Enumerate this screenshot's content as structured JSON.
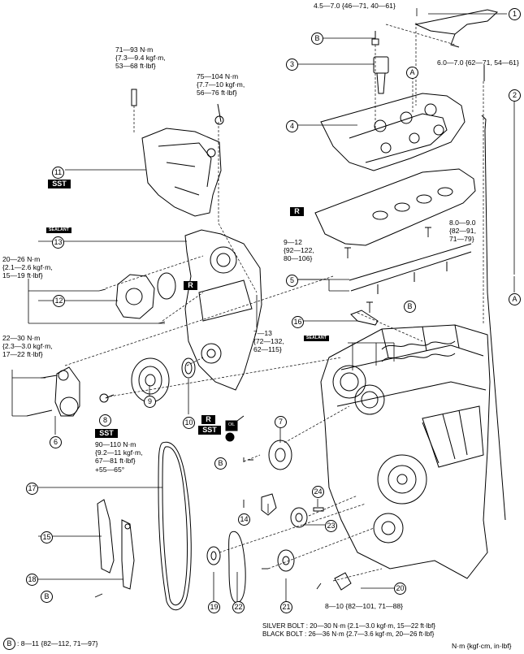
{
  "callouts": [
    "1",
    "2",
    "3",
    "4",
    "5",
    "6",
    "7",
    "8",
    "9",
    "10",
    "11",
    "12",
    "13",
    "14",
    "15",
    "16",
    "17",
    "18",
    "19",
    "20",
    "21",
    "22",
    "23",
    "24",
    "A",
    "A",
    "B",
    "B",
    "B",
    "B",
    "B"
  ],
  "tags": {
    "sst": "SST",
    "r": "R",
    "sealant": "SEALANT",
    "oil": "OIL"
  },
  "torques": {
    "t1": "4.5—7.0 {46—71, 40—61}",
    "t2": "6.0—7.0 {62—71, 54—61}",
    "t3": "71—93 N·m\n{7.3—9.4 kgf·m,\n53—68 ft·lbf}",
    "t4": "75—104 N·m\n{7.7—10 kgf·m,\n56—76 ft·lbf}",
    "t5": "8.0—9.0\n{82—91,\n71—79}",
    "t6": "9—12\n{92—122,\n80—106}",
    "t7": "20—26 N·m\n{2.1—2.6 kgf·m,\n15—19 ft·lbf}",
    "t8": "7—13\n{72—132,\n62—115}",
    "t9": "22—30 N·m\n{2.3—3.0 kgf·m,\n17—22 ft·lbf}",
    "t10": "90—110 N·m\n{9.2—11 kgf·m,\n67—81 ft·lbf}\n+55—65°",
    "t11": "8—10 {82—101, 71—88}"
  },
  "bolt_notes": {
    "silver": "SILVER BOLT : 20—30 N·m {2.1—3.0 kgf·m, 15—22 ft·lbf}",
    "black": "BLACK BOLT : 26—36 N·m {2.7—3.6 kgf·m, 20—26 ft·lbf}"
  },
  "footer": {
    "b_value": ": 8—11 {82—112, 71—97}",
    "b_label": "B",
    "units": "N·m {kgf·cm, in·lbf}"
  }
}
